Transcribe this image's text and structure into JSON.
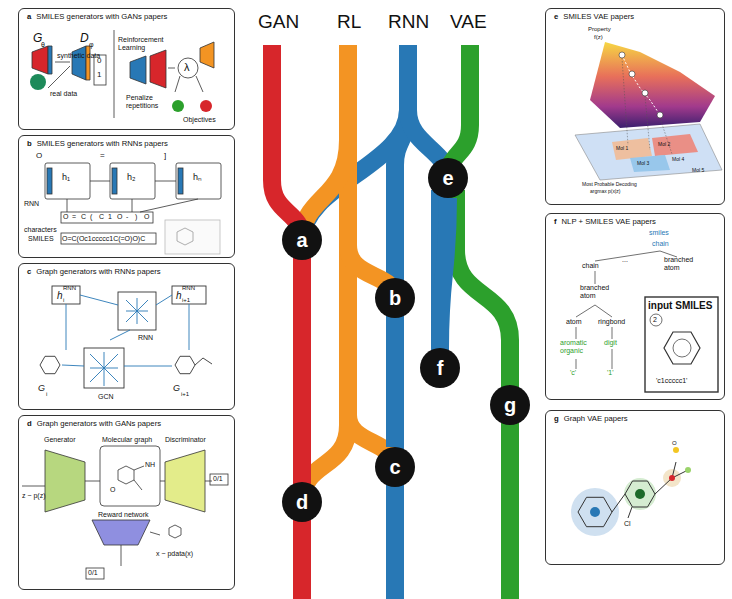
{
  "diagram": {
    "nodes": [
      {
        "text": [
          "a",
          "SMILES generators with GANs papers"
        ]
      },
      {
        "text": [
          "b",
          "SMILES generators with RNNs papers"
        ]
      },
      {
        "text": [
          "c",
          "Graph generators with RNNs papers"
        ]
      },
      {
        "text": [
          "d",
          "Graph generators with GANs papers"
        ]
      },
      {
        "text": [
          "a"
        ]
      },
      {
        "text": [
          "e"
        ]
      },
      {
        "text": [
          "b"
        ]
      },
      {
        "text": [
          "f"
        ]
      },
      {
        "text": [
          "g"
        ]
      },
      {
        "text": [
          "c"
        ]
      },
      {
        "text": [
          "d"
        ]
      },
      {
        "text": [
          "e",
          "SMILES VAE papers"
        ]
      },
      {
        "text": [
          "f",
          "NLP + SMILES VAE papers"
        ]
      },
      {
        "text": [
          "g",
          "Graph VAE papers"
        ]
      }
    ],
    "edges": [
      {
        "from": 4,
        "to": 10,
        "arrow": "none"
      },
      {
        "from": 6,
        "to": 9,
        "arrow": "none"
      },
      {
        "from": 5,
        "to": 7,
        "arrow": "none"
      }
    ],
    "labels": [
      "GAN",
      "RL",
      "RNN",
      "VAE",
      "G",
      "θ",
      "synthetic data",
      "real data",
      "D",
      "φ",
      "0",
      "1",
      "Reinforcement Learning",
      "λ",
      "Penalize repetitions",
      "Objectives",
      "O",
      "=",
      "]",
      "h₁",
      "h₂",
      "hₙ",
      "RNN",
      "O",
      "=",
      "C",
      "(",
      "C",
      "1",
      "O",
      "-",
      ")",
      "O",
      "characters",
      "SMILES",
      "O=C(Oc1ccccc1C(=O)O)C",
      "h",
      "RNN",
      "i",
      "h",
      "RNN",
      "i+1",
      "RNN",
      "GCN",
      "G",
      "i",
      "G",
      "i+1",
      "Generator",
      "Molecular graph",
      "Discriminator",
      "NH",
      "O",
      "z ~ p(z)",
      "0/1",
      "Reward network",
      "x ~ pdata(x)",
      "0/1",
      "Property",
      "f(z)",
      "Mol 1",
      "Mol 2",
      "Mol 3",
      "Mol 4",
      "Mol 5",
      "Most Probable Decoding",
      "argmax p(x|z)",
      "smiles",
      "chain",
      "...",
      "chain",
      "branched atom",
      "branched atom",
      "atom",
      "ringbond",
      "aromatic organic",
      "digit",
      "'c'",
      "'1'",
      "input SMILES",
      "2",
      "'c1ccccc1'",
      "Cl",
      "O"
    ]
  }
}
